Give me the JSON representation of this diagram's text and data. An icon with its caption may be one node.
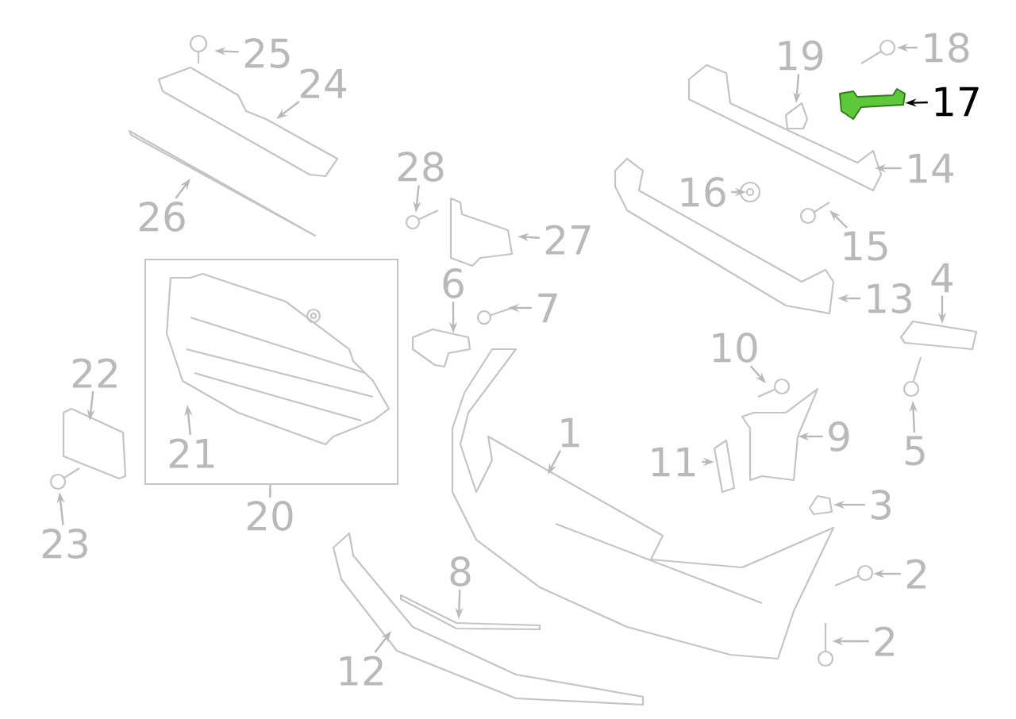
{
  "diagram": {
    "nodes": [
      {
        "text": [],
        "shape": "box"
      },
      {
        "text": [
          "1"
        ]
      },
      {
        "text": [
          "2"
        ]
      },
      {
        "text": [
          "2"
        ]
      },
      {
        "text": [
          "3"
        ]
      },
      {
        "text": [
          "4"
        ]
      },
      {
        "text": [
          "5"
        ]
      },
      {
        "text": [
          "6"
        ]
      },
      {
        "text": [
          "7"
        ]
      },
      {
        "text": [
          "8"
        ]
      },
      {
        "text": [
          "9"
        ]
      },
      {
        "text": [
          "10"
        ]
      },
      {
        "text": [
          "11"
        ]
      },
      {
        "text": [
          "12"
        ]
      },
      {
        "text": [
          "13"
        ]
      },
      {
        "text": [
          "14"
        ]
      },
      {
        "text": [
          "15"
        ]
      },
      {
        "text": [
          "16"
        ]
      },
      {
        "text": [
          "17"
        ]
      },
      {
        "text": [
          "18"
        ]
      },
      {
        "text": [
          "19"
        ]
      },
      {
        "text": [
          "20"
        ]
      },
      {
        "text": [
          "21"
        ],
        "in": 0
      },
      {
        "text": [
          "22"
        ]
      },
      {
        "text": [
          "23"
        ]
      },
      {
        "text": [
          "24"
        ]
      },
      {
        "text": [
          "25"
        ]
      },
      {
        "text": [
          "26"
        ]
      },
      {
        "text": [
          "27"
        ]
      },
      {
        "text": [
          "28"
        ]
      },
      {
        "text": [],
        "shape": "picture"
      }
    ],
    "edges": [
      {
        "from": 1,
        "to": null,
        "arrow": "to"
      },
      {
        "from": 2,
        "to": null,
        "arrow": "to"
      },
      {
        "from": 3,
        "to": null,
        "arrow": "to"
      },
      {
        "from": 4,
        "to": null,
        "arrow": "to"
      },
      {
        "from": 5,
        "to": null,
        "arrow": "to"
      },
      {
        "from": 6,
        "to": null,
        "arrow": "to"
      },
      {
        "from": 7,
        "to": null,
        "arrow": "to"
      },
      {
        "from": 8,
        "to": null,
        "arrow": "to"
      },
      {
        "from": 9,
        "to": null,
        "arrow": "to"
      },
      {
        "from": 10,
        "to": null,
        "arrow": "to"
      },
      {
        "from": 11,
        "to": null,
        "arrow": "to"
      },
      {
        "from": 12,
        "to": null,
        "arrow": "to"
      },
      {
        "from": 13,
        "to": null,
        "arrow": "to"
      },
      {
        "from": 14,
        "to": null,
        "arrow": "to"
      },
      {
        "from": 15,
        "to": null,
        "arrow": "to"
      },
      {
        "from": 16,
        "to": null,
        "arrow": "to"
      },
      {
        "from": 17,
        "to": null,
        "arrow": "to"
      },
      {
        "from": 18,
        "to": 30,
        "arrow": "to",
        "color": "#000000"
      },
      {
        "from": 19,
        "to": null,
        "arrow": "to"
      },
      {
        "from": 20,
        "to": null,
        "arrow": "to"
      },
      {
        "from": 21,
        "to": 0,
        "arrow": "none"
      },
      {
        "from": 22,
        "to": null,
        "arrow": "to"
      },
      {
        "from": 23,
        "to": null,
        "arrow": "to"
      },
      {
        "from": 24,
        "to": null,
        "arrow": "to"
      },
      {
        "from": 25,
        "to": null,
        "arrow": "to"
      },
      {
        "from": 26,
        "to": null,
        "arrow": "to"
      },
      {
        "from": 27,
        "to": null,
        "arrow": "to"
      },
      {
        "from": 28,
        "to": null,
        "arrow": "to"
      },
      {
        "from": 29,
        "to": null,
        "arrow": "to"
      }
    ]
  }
}
